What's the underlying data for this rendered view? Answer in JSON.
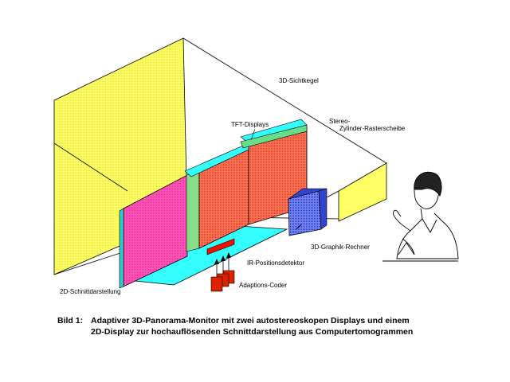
{
  "labels": {
    "view_cone": "3D-Sichtkegel",
    "tft_displays": "TFT-Displays",
    "stereo_line1": "Stereo-",
    "stereo_line2": "Zylinder-Rasterscheibe",
    "graphics_computer": "3D-Graphik-Rechner",
    "ir_detector": "IR-Positionsdetektor",
    "adaption_coder": "Adaptions-Coder",
    "section_display": "2D-Schnittdarstellung"
  },
  "caption": {
    "prefix": "Bild  1:",
    "line1": "Adaptiver 3D-Panorama-Monitor mit zwei autostereoskopen Displays  und einem",
    "line2": "2D-Display zur hochauflösenden Schnittdarstellung aus Computertomogrammen"
  },
  "colors": {
    "cone": "#ffff66",
    "screen_2d": "#ff55bb",
    "tft": "#ff7744",
    "raster": "#33cccc",
    "cyan_panel": "#33ffff",
    "green_panel": "#88dd88",
    "computer": "#5566ee",
    "coder": "#dd2200"
  }
}
